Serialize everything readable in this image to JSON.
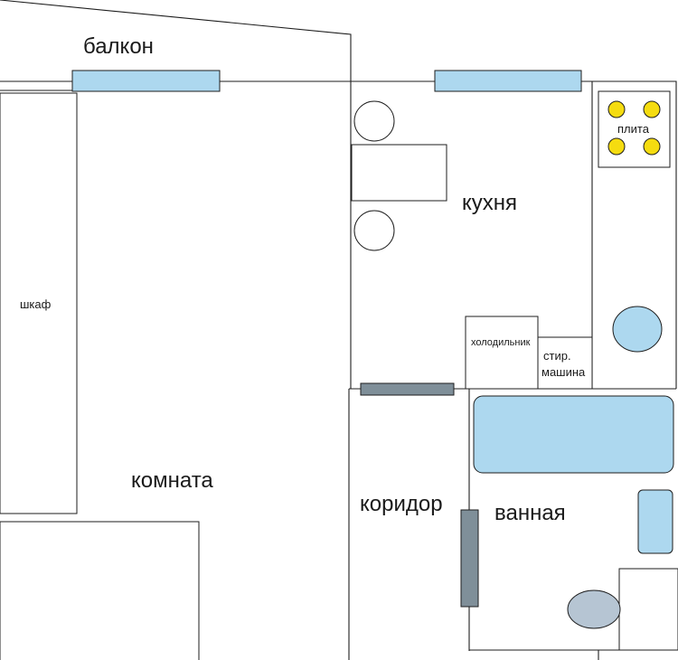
{
  "labels": {
    "balcony": "балкон",
    "kitchen": "кухня",
    "room": "комната",
    "corridor": "коридор",
    "bathroom": "ванная",
    "wardrobe": "шкаф",
    "stove": "плита",
    "fridge": "холодильник",
    "washer_line1": "стир.",
    "washer_line2": "машина"
  },
  "colors": {
    "walls": "#1e1e1e",
    "window": "#add8ef",
    "door": "#7f8f99",
    "fixture": "#add8ef",
    "toilet": "#b6c5d3",
    "burner": "#f5dc10"
  }
}
